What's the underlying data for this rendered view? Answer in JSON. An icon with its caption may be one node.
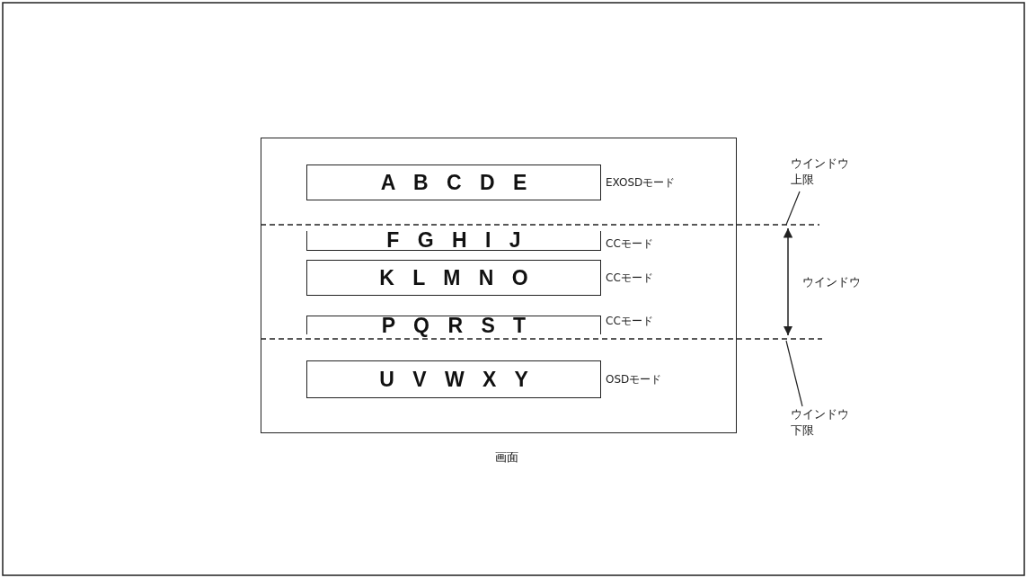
{
  "diagram": {
    "nodes": [
      {
        "text": [
          "画面"
        ]
      },
      {
        "text": [
          "A B C D E"
        ],
        "in": 0,
        "beside": [
          "EXOSDモード"
        ]
      },
      {
        "text": [
          "F G H I J"
        ],
        "in": 0,
        "beside": [
          "CCモード"
        ]
      },
      {
        "text": [
          "K L M N O"
        ],
        "in": 0,
        "beside": [
          "CCモード"
        ]
      },
      {
        "text": [
          "P Q R S T"
        ],
        "in": 0,
        "beside": [
          "CCモード"
        ]
      },
      {
        "text": [
          "U V W X Y"
        ],
        "in": 0,
        "beside": [
          "OSDモード"
        ]
      },
      {
        "text": [
          "ウインドウ上限"
        ]
      },
      {
        "text": [
          "ウインドウ下限"
        ]
      }
    ],
    "edges": [
      {
        "from": 6,
        "to": null,
        "arrow": "none"
      },
      {
        "from": 7,
        "to": null,
        "arrow": "none"
      }
    ],
    "labels": [
      "ウインドウ"
    ]
  }
}
